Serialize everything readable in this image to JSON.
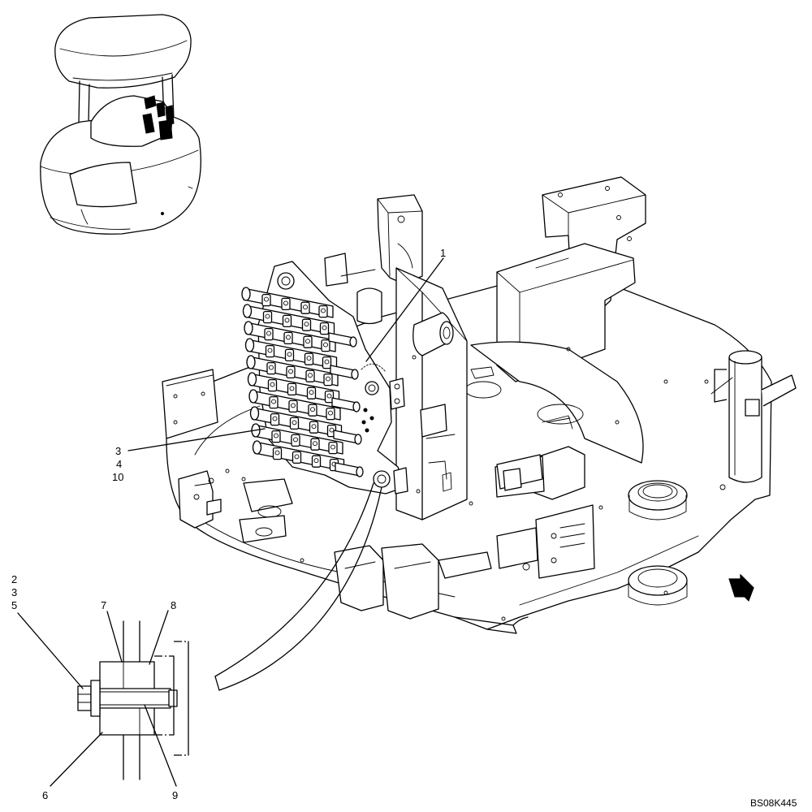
{
  "callouts": {
    "c1": "1",
    "c3a": "3",
    "c4": "4",
    "c10": "10",
    "c2": "2",
    "c3b": "3",
    "c5": "5",
    "c7": "7",
    "c8": "8",
    "c6": "6",
    "c9": "9"
  },
  "drawing_code": "BS08K445"
}
